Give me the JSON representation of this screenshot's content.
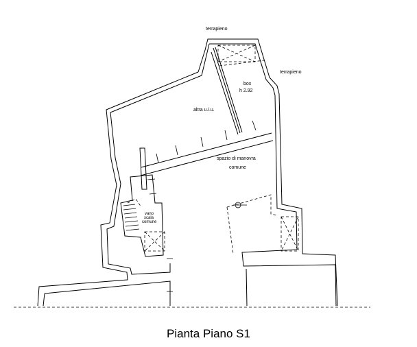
{
  "labels": {
    "terrapieno_top": "terrapieno",
    "terrapieno_right": "terrapieno",
    "box": "box",
    "box_height": "h 2.92",
    "altra_uiu": "altra u.i.u.",
    "spazio_1": "spazio di manovra",
    "spazio_2": "comune",
    "vano_1": "vano",
    "vano_2": "scala",
    "vano_3": "comune"
  },
  "caption": "Pianta Piano S1"
}
